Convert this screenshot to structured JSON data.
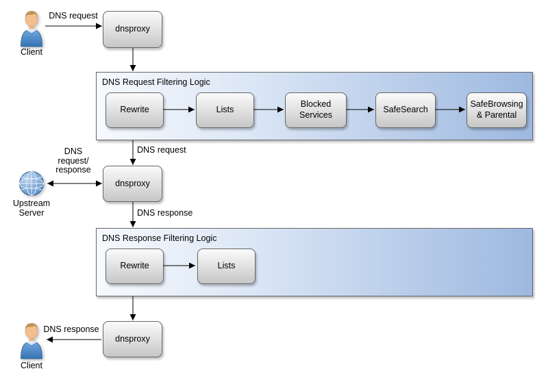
{
  "nodes": {
    "client_top": {
      "label": "Client"
    },
    "dnsproxy_top": {
      "label": "dnsproxy"
    },
    "dnsproxy_middle": {
      "label": "dnsproxy"
    },
    "dnsproxy_bottom": {
      "label": "dnsproxy"
    },
    "upstream_server": {
      "label": "Upstream Server"
    },
    "client_bottom": {
      "label": "Client"
    }
  },
  "pipelines": {
    "request": {
      "title": "DNS Request Filtering Logic",
      "steps": [
        "Rewrite",
        "Lists",
        "Blocked Services",
        "SafeSearch",
        "SafeBrowsing & Parental"
      ]
    },
    "response": {
      "title": "DNS Response Filtering Logic",
      "steps": [
        "Rewrite",
        "Lists"
      ]
    }
  },
  "edge_labels": {
    "client_to_dnsproxy": "DNS request",
    "request_pipeline_to_dnsproxy": "DNS request",
    "dnsproxy_to_upstream": "DNS request/ response",
    "dnsproxy_to_response_pipeline": "DNS response",
    "dnsproxy_to_client": "DNS response"
  },
  "colors": {
    "node_border": "#666666",
    "node_fill_top": "#fbfbfb",
    "node_fill_bottom": "#c6c6c6",
    "pipeline_fill_left": "#f6f9fd",
    "pipeline_fill_right": "#9db8df",
    "arrow": "#000000"
  }
}
